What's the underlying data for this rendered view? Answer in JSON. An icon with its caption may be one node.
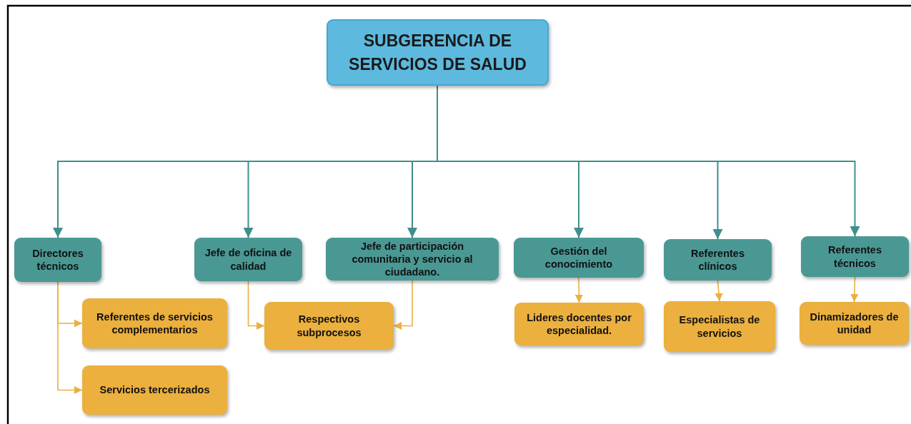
{
  "diagram": {
    "nodes": [
      {
        "text": [
          "SUBGERENCIA DE SERVICIOS DE SALUD"
        ]
      },
      {
        "text": [
          "Directores técnicos"
        ]
      },
      {
        "text": [
          "Jefe de oficina de calidad"
        ]
      },
      {
        "text": [
          "Jefe de participación comunitaria y servicio al ciudadano."
        ]
      },
      {
        "text": [
          "Gestión del conocimiento"
        ]
      },
      {
        "text": [
          "Referentes clínicos"
        ]
      },
      {
        "text": [
          "Referentes técnicos"
        ]
      },
      {
        "text": [
          "Referentes de servicios complementarios"
        ]
      },
      {
        "text": [
          "Servicios tercerizados"
        ]
      },
      {
        "text": [
          "Respectivos subprocesos"
        ]
      },
      {
        "text": [
          "Lideres docentes por especialidad."
        ]
      },
      {
        "text": [
          "Especialistas de servicios"
        ]
      },
      {
        "text": [
          "Dinamizadores de unidad"
        ]
      }
    ],
    "edges": [
      {
        "from": 0,
        "to": 1,
        "arrow": "to",
        "color": "#3f8f8c"
      },
      {
        "from": 0,
        "to": 2,
        "arrow": "to",
        "color": "#3f8f8c"
      },
      {
        "from": 0,
        "to": 3,
        "arrow": "to",
        "color": "#3f8f8c"
      },
      {
        "from": 0,
        "to": 4,
        "arrow": "to",
        "color": "#3f8f8c"
      },
      {
        "from": 0,
        "to": 5,
        "arrow": "to",
        "color": "#3f8f8c"
      },
      {
        "from": 0,
        "to": 6,
        "arrow": "to",
        "color": "#3f8f8c"
      },
      {
        "from": 1,
        "to": 7,
        "arrow": "to",
        "color": "#eab040"
      },
      {
        "from": 1,
        "to": 8,
        "arrow": "to",
        "color": "#eab040"
      },
      {
        "from": 2,
        "to": 9,
        "arrow": "to",
        "color": "#eab040"
      },
      {
        "from": 3,
        "to": 9,
        "arrow": "to",
        "color": "#eab040"
      },
      {
        "from": 4,
        "to": 10,
        "arrow": "to",
        "color": "#eab040"
      },
      {
        "from": 5,
        "to": 11,
        "arrow": "to",
        "color": "#eab040"
      },
      {
        "from": 6,
        "to": 12,
        "arrow": "to",
        "color": "#eab040"
      }
    ]
  }
}
